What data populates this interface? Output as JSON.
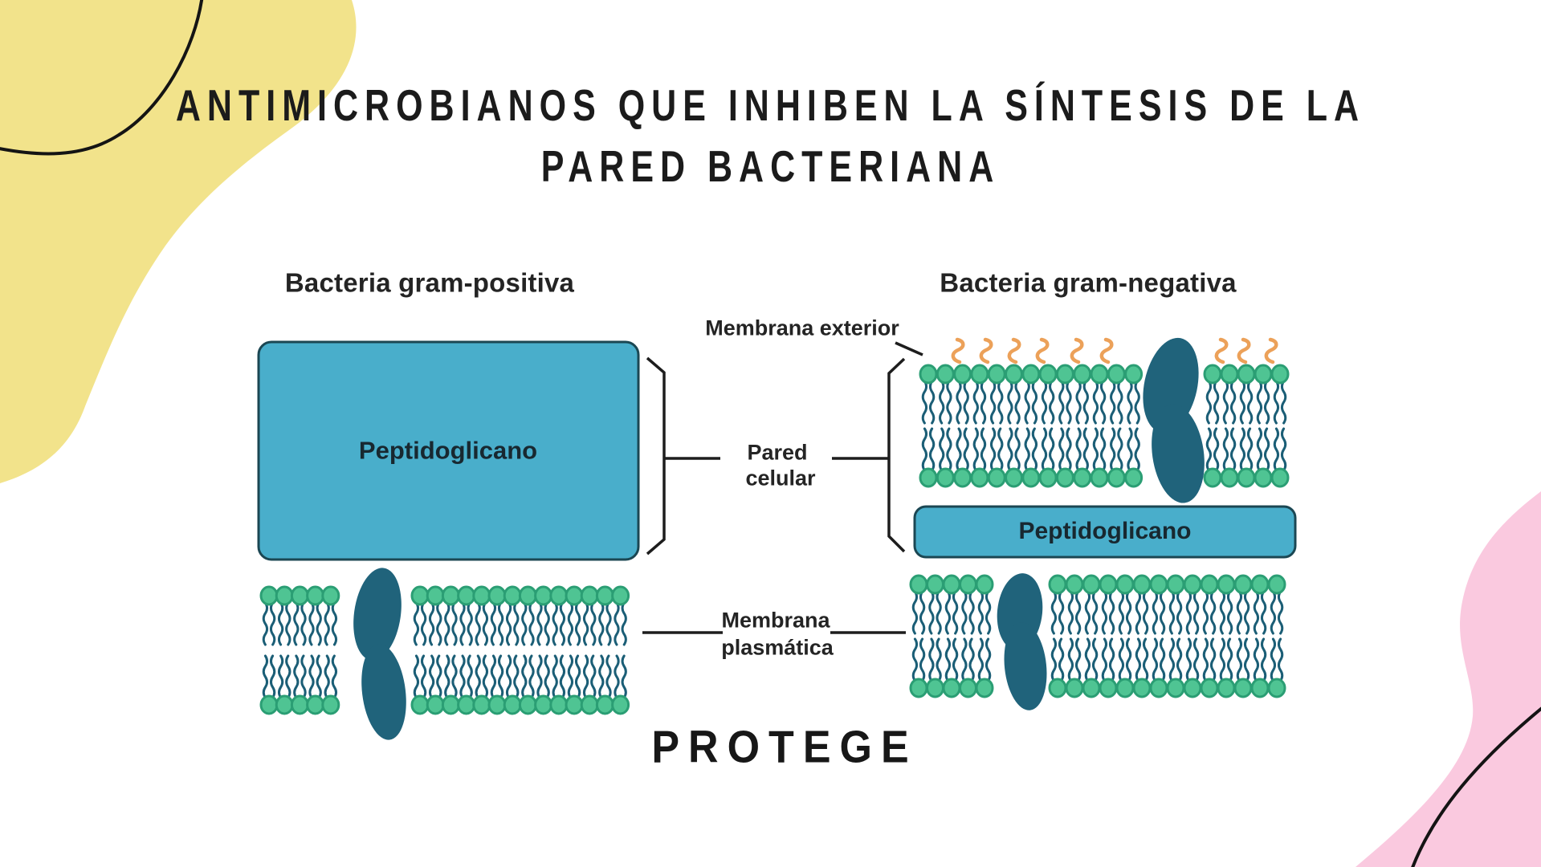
{
  "title": {
    "line1": "ANTIMICROBIANOS QUE INHIBEN LA SÍNTESIS DE LA",
    "line2": "PARED BACTERIANA"
  },
  "sections": {
    "gram_positive": {
      "heading": "Bacteria gram-positiva",
      "peptidoglycan_label": "Peptidoglicano"
    },
    "gram_negative": {
      "heading": "Bacteria gram-negativa",
      "peptidoglycan_label": "Peptidoglicano"
    }
  },
  "annotations": {
    "outer_membrane": "Membrana exterior",
    "cell_wall_line1": "Pared",
    "cell_wall_line2": "celular",
    "plasma_membrane_line1": "Membrana",
    "plasma_membrane_line2": "plasmática",
    "protect_caption": "PROTEGE"
  },
  "diagram_elements": {
    "lipid_bilayer": "lipid-bilayer",
    "membrane_protein": "membrane-protein",
    "lps_chains": "lps-chains",
    "peptidoglycan_layer": "peptidoglycan-layer"
  },
  "colors": {
    "background": "#ffffff",
    "blob_yellow": "#F2E38B",
    "blob_pink": "#FAC9DF",
    "decorative_line": "#141414",
    "box_blue": "#49AECB",
    "box_border": "#1B4753",
    "box_text": "#182830",
    "lipid_head": "#4FC493",
    "lipid_head_border": "#2B9E74",
    "lipid_tail": "#1B5E76",
    "membrane_protein": "#20637B",
    "lps_orange": "#ECA159",
    "annotation_line": "#1D1D1D",
    "text_dark": "#1E1E1E"
  }
}
